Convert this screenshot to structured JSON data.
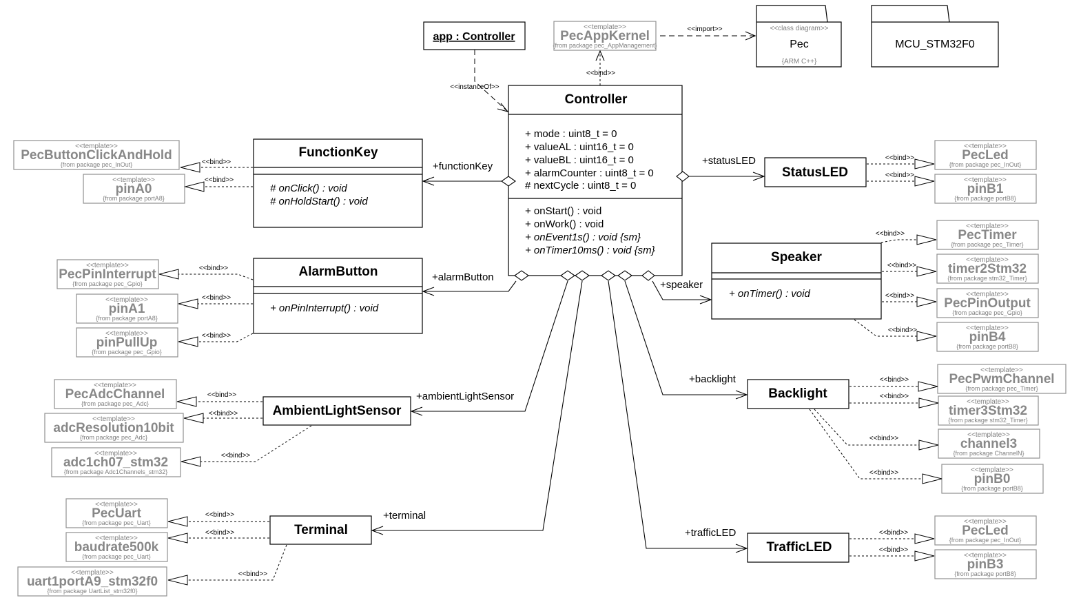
{
  "instance": {
    "label": "app : Controller",
    "relation": "<<instanceOf>>"
  },
  "kernel": {
    "stereotype": "<<template>>",
    "name": "PecAppKernel",
    "pkg": "{from package pec_AppManagement}",
    "relation": "<<bind>>",
    "import": "<<import>>"
  },
  "packages": {
    "pec": {
      "stereotype": "<<class diagram>>",
      "name": "Pec",
      "note": "{ARM C++}"
    },
    "mcu": {
      "name": "MCU_STM32F0"
    }
  },
  "controller": {
    "name": "Controller",
    "attributes": [
      "+ mode : uint8_t = 0",
      "+ valueAL : uint16_t = 0",
      "+ valueBL : uint16_t = 0",
      "+ alarmCounter : uint8_t = 0",
      "# nextCycle : uint8_t = 0"
    ],
    "operations": [
      "+ onStart() : void",
      "+ onWork() : void",
      "+ onEvent1s() : void {sm}",
      "+ onTimer10ms() : void {sm}"
    ]
  },
  "classes": {
    "functionKey": {
      "name": "FunctionKey",
      "ops": [
        "# onClick() : void",
        "# onHoldStart() : void"
      ],
      "role": "+functionKey"
    },
    "alarmButton": {
      "name": "AlarmButton",
      "ops": [
        "+ onPinInterrupt() : void"
      ],
      "role": "+alarmButton"
    },
    "ambient": {
      "name": "AmbientLightSensor",
      "role": "+ambientLightSensor"
    },
    "terminal": {
      "name": "Terminal",
      "role": "+terminal"
    },
    "statusLED": {
      "name": "StatusLED",
      "role": "+statusLED"
    },
    "speaker": {
      "name": "Speaker",
      "ops": [
        "+ onTimer() : void"
      ],
      "role": "+speaker"
    },
    "backlight": {
      "name": "Backlight",
      "role": "+backlight"
    },
    "trafficLED": {
      "name": "TrafficLED",
      "role": "+trafficLED"
    }
  },
  "bind": "<<bind>>",
  "tstereo": "<<template>>",
  "templates": {
    "t1": {
      "name": "PecButtonClickAndHold",
      "pkg": "{from package pec_InOut}"
    },
    "t2": {
      "name": "pinA0",
      "pkg": "{from package portA8}"
    },
    "t3": {
      "name": "PecPinInterrupt",
      "pkg": "{from package pec_Gpio}"
    },
    "t4": {
      "name": "pinA1",
      "pkg": "{from package portA8}"
    },
    "t5": {
      "name": "pinPullUp",
      "pkg": "{from package pec_Gpio}"
    },
    "t6": {
      "name": "PecAdcChannel",
      "pkg": "{from package pec_Adc}"
    },
    "t7": {
      "name": "adcResolution10bit",
      "pkg": "{from package pec_Adc}"
    },
    "t8": {
      "name": "adc1ch07_stm32",
      "pkg": "{from package Adc1Channels_stm32}"
    },
    "t9": {
      "name": "PecUart",
      "pkg": "{from package pec_Uart}"
    },
    "t10": {
      "name": "baudrate500k",
      "pkg": "{from package pec_Uart}"
    },
    "t11": {
      "name": "uart1portA9_stm32f0",
      "pkg": "{from package UartList_stm32f0}"
    },
    "t12": {
      "name": "PecLed",
      "pkg": "{from package pec_InOut}"
    },
    "t13": {
      "name": "pinB1",
      "pkg": "{from package portB8}"
    },
    "t14": {
      "name": "PecTimer",
      "pkg": "{from package pec_Timer}"
    },
    "t15": {
      "name": "timer2Stm32",
      "pkg": "{from package stm32_Timer}"
    },
    "t16": {
      "name": "PecPinOutput",
      "pkg": "{from package pec_Gpio}"
    },
    "t17": {
      "name": "pinB4",
      "pkg": "{from package portB8}"
    },
    "t18": {
      "name": "PecPwmChannel",
      "pkg": "{from package pec_Timer}"
    },
    "t19": {
      "name": "timer3Stm32",
      "pkg": "{from package stm32_Timer}"
    },
    "t20": {
      "name": "channel3",
      "pkg": "{from package ChannelN}"
    },
    "t21": {
      "name": "pinB0",
      "pkg": "{from package portB8}"
    },
    "t22": {
      "name": "PecLed",
      "pkg": "{from package pec_InOut}"
    },
    "t23": {
      "name": "pinB3",
      "pkg": "{from package portB8}"
    }
  }
}
